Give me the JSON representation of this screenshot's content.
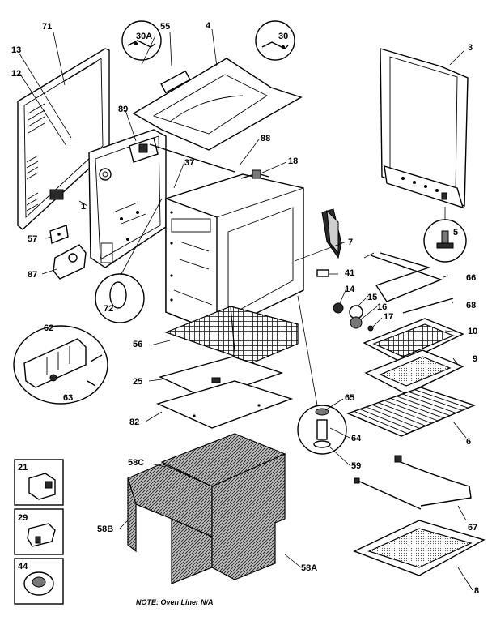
{
  "labels": {
    "l71": "71",
    "l13": "13",
    "l12": "12",
    "l30A": "30A",
    "l55": "55",
    "l4": "4",
    "l30": "30",
    "l3": "3",
    "l89": "89",
    "l88": "88",
    "l37": "37",
    "l18": "18",
    "l1": "1",
    "l57": "57",
    "l87": "87",
    "l7": "7",
    "l41": "41",
    "l5": "5",
    "l66": "66",
    "l14": "14",
    "l15": "15",
    "l16": "16",
    "l68": "68",
    "l17": "17",
    "l72": "72",
    "l62": "62",
    "l56": "56",
    "l10": "10",
    "l9": "9",
    "l25": "25",
    "l63": "63",
    "l65": "65",
    "l82": "82",
    "l64": "64",
    "l6": "6",
    "l58C": "58C",
    "l59": "59",
    "l21": "21",
    "l29": "29",
    "l58B": "58B",
    "l67": "67",
    "l44": "44",
    "l58A": "58A",
    "l8": "8"
  },
  "note": "NOTE: Oven Liner N/A"
}
